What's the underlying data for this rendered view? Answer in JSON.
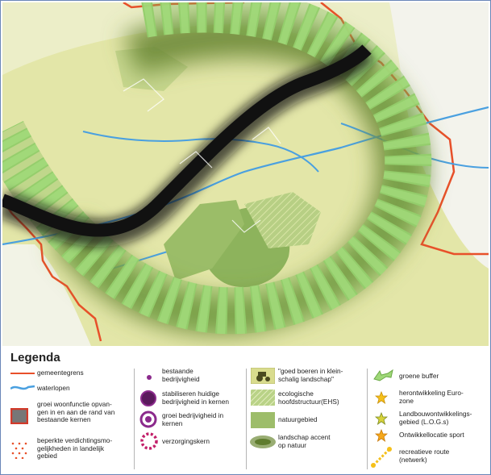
{
  "legend": {
    "title": "Legenda",
    "items": {
      "gemeentegrens": "gemeentegrens",
      "waterlopen": "waterlopen",
      "groei_woonfunctie": "groei woonfunctie opvan-\ngen in en aan de rand van\nbestaande kernen",
      "beperkte_verdichting": "beperkte verdichtingsmo-\ngelijkheden in landelijk\ngebied",
      "bestaande_bedrijvigheid": "bestaande\nbedrijvigheid",
      "stabiliseren": "stabiliseren huidige\nbedrijvigheid in kernen",
      "groei_bedrijvigheid": "groei bedrijvigheid in\nkernen",
      "verzorgingskern": "verzorgingskern",
      "goed_boeren": "\"goed boeren in klein-\nschalig landschap\"",
      "ehs": "ecologische\nhoofdstructuur(EHS)",
      "natuurgebied": "natuurgebied",
      "landschap_accent": "landschap accent\nop natuur",
      "groene_buffer": "groene buffer",
      "herontwikkeling": "herontwikkeling Euro-\nzone",
      "logs": "Landbouwontwikkelings-\ngebied (L.O.G.s)",
      "sport": "Ontwikkellocatie sport",
      "recreatieve_route": "recreatieve route\n(netwerk)"
    }
  },
  "colors": {
    "gemeentegrens": "#e8502a",
    "water": "#4aa0e0",
    "buffer_green": "#9fd878",
    "core_black": "#111111",
    "natuur": "#8db35c",
    "landscape": "#e6e9b4",
    "purple": "#8b2a8c",
    "star": "#f5c01a"
  },
  "icons": [
    "tractor-icon",
    "star-icon",
    "arrow-icon"
  ]
}
